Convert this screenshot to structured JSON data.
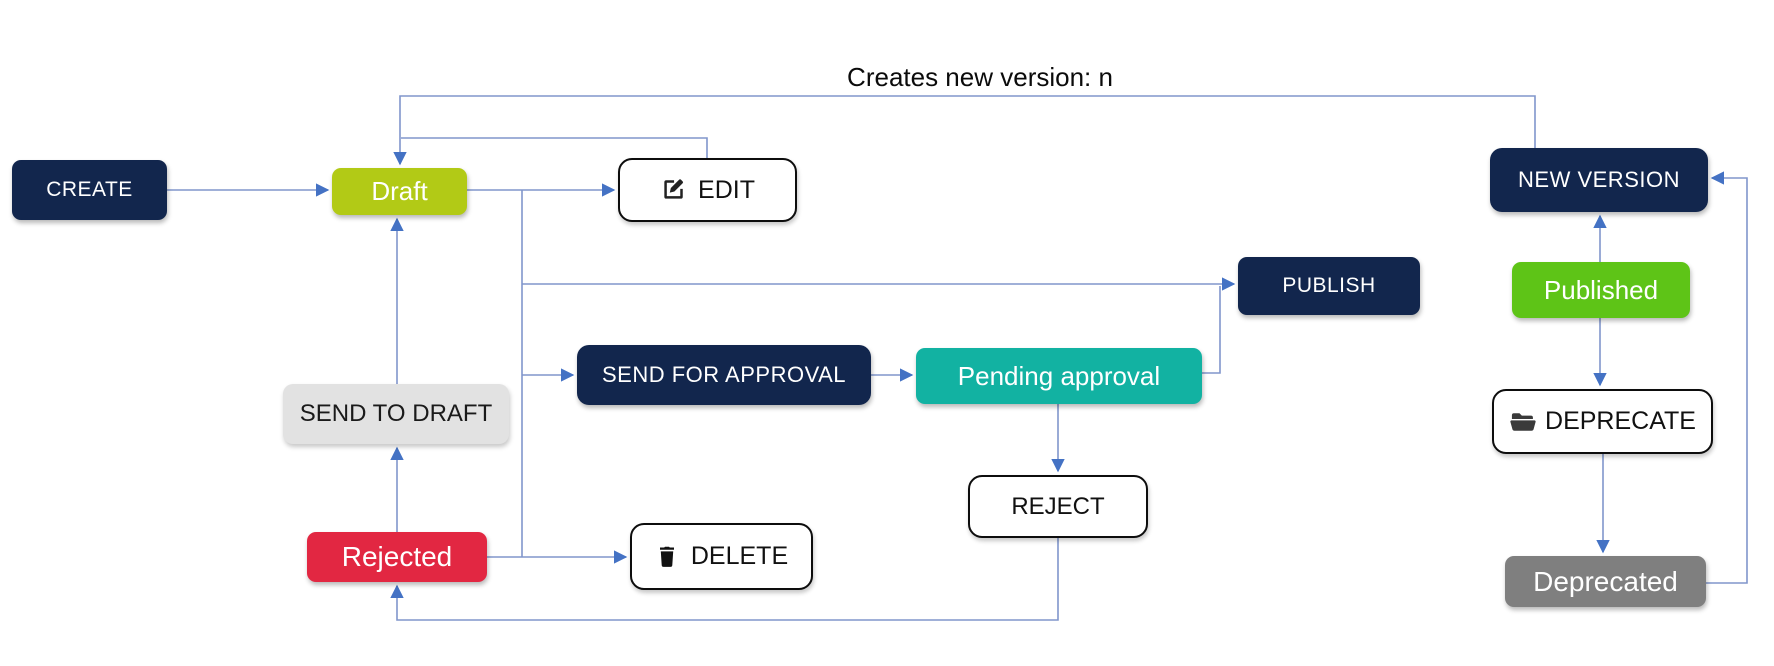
{
  "diagram": {
    "type": "state-flow",
    "description_visible_text_only": true
  },
  "colors": {
    "action_box": "#12264d",
    "draft_state": "#b2ca16",
    "published_state": "#5ec417",
    "pending_state": "#12b2a2",
    "rejected_state": "#e22742",
    "deprecated_state": "#7f7f7f",
    "send_to_draft_box": "#e2e2e2",
    "operation_box_border": "#0d0d0d",
    "connector_line": "#8096cc",
    "arrowhead": "#4472c4"
  },
  "nodes": {
    "create": {
      "label": "CREATE",
      "kind": "action"
    },
    "draft": {
      "label": "Draft",
      "kind": "state"
    },
    "edit": {
      "label": "EDIT",
      "kind": "operation",
      "icon": "edit-icon"
    },
    "publish": {
      "label": "PUBLISH",
      "kind": "action"
    },
    "published": {
      "label": "Published",
      "kind": "state"
    },
    "new_version": {
      "label": "NEW VERSION",
      "kind": "action"
    },
    "send_for_approval": {
      "label": "SEND FOR APPROVAL",
      "kind": "action"
    },
    "pending_approval": {
      "label": "Pending approval",
      "kind": "state"
    },
    "send_to_draft": {
      "label": "SEND TO DRAFT",
      "kind": "action-light"
    },
    "reject": {
      "label": "REJECT",
      "kind": "operation"
    },
    "rejected": {
      "label": "Rejected",
      "kind": "state"
    },
    "delete": {
      "label": "DELETE",
      "kind": "operation",
      "icon": "trash-icon"
    },
    "deprecate": {
      "label": "DEPRECATE",
      "kind": "operation",
      "icon": "folder-open-icon"
    },
    "deprecated": {
      "label": "Deprecated",
      "kind": "state"
    }
  },
  "edges": [
    {
      "from": "create",
      "to": "draft"
    },
    {
      "from": "draft",
      "to": "edit"
    },
    {
      "from": "edit",
      "to": "draft"
    },
    {
      "from": "draft",
      "to": "publish"
    },
    {
      "from": "draft",
      "to": "send_for_approval"
    },
    {
      "from": "draft",
      "to": "delete"
    },
    {
      "from": "rejected",
      "to": "delete"
    },
    {
      "from": "send_for_approval",
      "to": "pending_approval"
    },
    {
      "from": "pending_approval",
      "to": "publish"
    },
    {
      "from": "pending_approval",
      "to": "reject"
    },
    {
      "from": "reject",
      "to": "rejected"
    },
    {
      "from": "rejected",
      "to": "send_to_draft"
    },
    {
      "from": "send_to_draft",
      "to": "draft"
    },
    {
      "from": "publish",
      "to": "published"
    },
    {
      "from": "published",
      "to": "new_version"
    },
    {
      "from": "published",
      "to": "deprecate"
    },
    {
      "from": "deprecate",
      "to": "deprecated"
    },
    {
      "from": "deprecated",
      "to": "new_version"
    },
    {
      "from": "new_version",
      "to": "draft",
      "label": "Creates new version: n"
    }
  ]
}
